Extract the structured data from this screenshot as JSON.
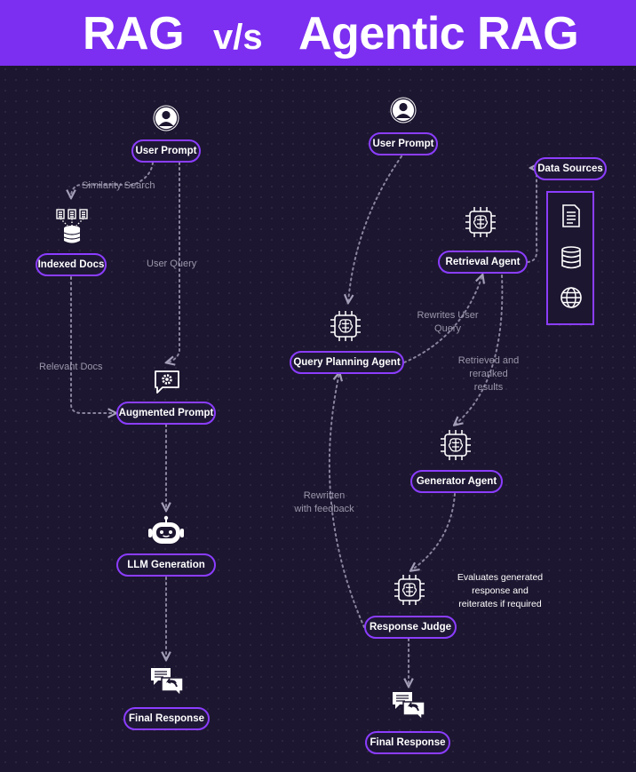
{
  "title": {
    "left": "RAG",
    "vs": "v/s",
    "right": "Agentic RAG"
  },
  "rag": {
    "user_prompt": "User Prompt",
    "similarity_search": "Similarity Search",
    "indexed_docs": "Indexed Docs",
    "user_query": "User Query",
    "relevant_docs": "Relevant Docs",
    "augmented_prompt": "Augmented Prompt",
    "llm_generation": "LLM Generation",
    "final_response": "Final Response"
  },
  "agentic": {
    "user_prompt": "User Prompt",
    "data_sources": "Data Sources",
    "retrieval_agent": "Retrieval Agent",
    "query_planning_agent": "Query Planning Agent",
    "rewrites_query": [
      "Rewrites User",
      "Query"
    ],
    "retrieved_reranked": [
      "Retrieved and",
      "reranked",
      "results"
    ],
    "generator_agent": "Generator Agent",
    "rewritten_feedback": [
      "Rewritten",
      "with feedback"
    ],
    "evaluates": [
      "Evaluates generated",
      "response and",
      "reiterates if required"
    ],
    "response_judge": "Response Judge",
    "final_response": "Final Response"
  },
  "colors": {
    "background": "#1d1630",
    "header": "#7c2ff0",
    "node_border": "#8b3dff",
    "connector": "#8a849f",
    "label": "#9a96ab",
    "text": "#ffffff"
  }
}
